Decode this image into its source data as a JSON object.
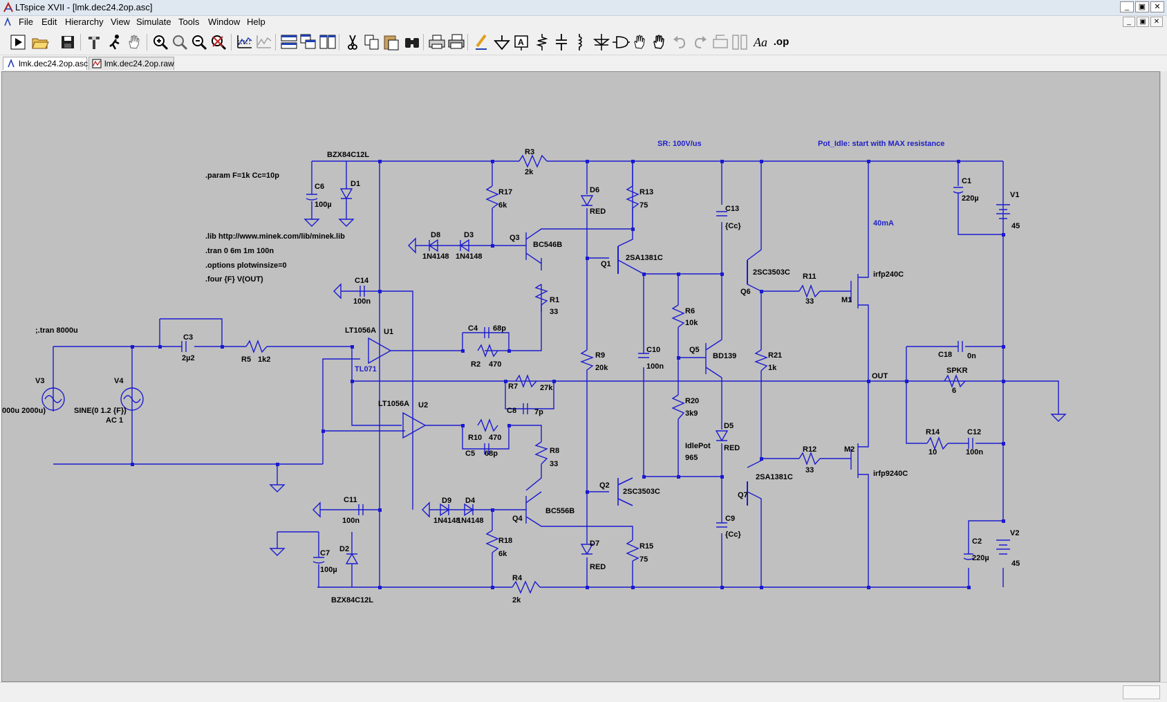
{
  "window": {
    "title": "LTspice XVII - [lmk.dec24.2op.asc]",
    "buttons": [
      "_",
      "▣",
      "✕"
    ]
  },
  "menu": {
    "items": [
      "File",
      "Edit",
      "Hierarchy",
      "View",
      "Simulate",
      "Tools",
      "Window",
      "Help"
    ],
    "mdi_buttons": [
      "_",
      "▣",
      "✕"
    ]
  },
  "toolbar": {
    "icons": [
      "run-icon",
      "open-icon",
      "save-icon",
      "control-panel-icon",
      "halt-icon",
      "pan-icon",
      "zoom-in-icon",
      "zoom-area-icon",
      "zoom-out-icon",
      "zoom-fit-icon",
      "autorange-icon",
      "manual-limits-icon",
      "tile-horizontal-icon",
      "cascade-icon",
      "tile-vertical-icon",
      "cut-icon",
      "copy-icon",
      "paste-icon",
      "find-icon",
      "print-icon",
      "print-setup-icon",
      "draw-wire-icon",
      "ground-icon",
      "label-net-icon",
      "resistor-icon",
      "capacitor-icon",
      "inductor-icon",
      "diode-icon",
      "component-icon",
      "move-icon",
      "drag-icon",
      "undo-icon",
      "redo-icon",
      "rotate-icon",
      "mirror-icon",
      "text-icon",
      "spice-directive-icon"
    ],
    "text_button": "Aa",
    "op_button": ".op"
  },
  "tabs": [
    {
      "label": "lmk.dec24.2op.asc",
      "active": true
    },
    {
      "label": "lmk.dec24.2op.raw",
      "active": false
    }
  ],
  "schematic": {
    "directives": {
      "param": ".param F=1k Cc=10p",
      "lib": ".lib http://www.minek.com/lib/minek.lib",
      "tran": ".tran 0 6m 1m 100n",
      "options": ".options plotwinsize=0",
      "four": ".four {F} V(OUT)",
      "tran_comment": ";.tran 8000u"
    },
    "notes": {
      "slew": "SR: 100V/us",
      "pot": "Pot_Idle: start with MAX resistance",
      "bias": "40mA",
      "out": "OUT"
    },
    "labels": {
      "V3": "V3",
      "V3v": "000u 2000u)",
      "V4": "V4",
      "V4v1": "SINE(0 1.2 {F})",
      "V4v2": "AC 1",
      "C3": "C3",
      "C3v": "2µ2",
      "R5": "R5",
      "R5v": "1k2",
      "U1": "U1",
      "U1t": "LT1056A",
      "U1b": "TL071",
      "U2": "U2",
      "U2t": "LT1056A",
      "C14": "C14",
      "C14v": "100n",
      "C11": "C11",
      "C11v": "100n",
      "C6": "C6",
      "C6v": "100µ",
      "D1": "D1",
      "BZX1": "BZX84C12L",
      "C7": "C7",
      "C7v": "100µ",
      "D2": "D2",
      "BZX2": "BZX84C12L",
      "R3": "R3",
      "R3v": "2k",
      "R4": "R4",
      "R4v": "2k",
      "R17": "R17",
      "R17v": "6k",
      "R18": "R18",
      "R18v": "6k",
      "D8": "D8",
      "D8v": "1N4148",
      "D3": "D3",
      "D3v": "1N4148",
      "D9": "D9",
      "D9v": "1N4148",
      "D4": "D4",
      "D4v": "1N4148",
      "Q3": "Q3",
      "Q3v": "BC546B",
      "Q4": "Q4",
      "Q4v": "BC556B",
      "R1": "R1",
      "R1v": "33",
      "R8": "R8",
      "R8v": "33",
      "C4": "C4",
      "C4v": "68p",
      "R2": "R2",
      "R2v": "470",
      "R10": "R10",
      "R10v": "470",
      "C5": "C5",
      "C5v": "68p",
      "R7": "R7",
      "R7v": "27k",
      "C8": "C8",
      "C8v": "7p",
      "D6": "D6",
      "D6v": "RED",
      "D7": "D7",
      "D7v": "RED",
      "R9": "R9",
      "R9v": "20k",
      "R13": "R13",
      "R13v": "75",
      "R15": "R15",
      "R15v": "75",
      "Q1": "Q1",
      "Q1v": "2SA1381C",
      "Q2": "Q2",
      "Q2v": "2SC3503C",
      "C10": "C10",
      "C10v": "100n",
      "R6": "R6",
      "R6v": "10k",
      "R20": "R20",
      "R20v": "3k9",
      "IdlePot": "IdlePot",
      "IdlePotv": "965",
      "Q5": "Q5",
      "Q5v": "BD139",
      "D5": "D5",
      "D5v": "RED",
      "C13": "C13",
      "C13v": "{Cc}",
      "C9": "C9",
      "C9v": "{Cc}",
      "Q6": "Q6",
      "Q6v": "2SC3503C",
      "Q7": "Q7",
      "Q7v": "2SA1381C",
      "R21": "R21",
      "R21v": "1k",
      "R11": "R11",
      "R11v": "33",
      "R12": "R12",
      "R12v": "33",
      "M1": "M1",
      "M1v": "irfp240C",
      "M2": "M2",
      "M2v": "irfp9240C",
      "C1": "C1",
      "C1v": "220µ",
      "C2": "C2",
      "C2v": "220µ",
      "V1": "V1",
      "V1v": "45",
      "V2": "V2",
      "V2v": "45",
      "C18": "C18",
      "C18v": "0n",
      "SPKR": "SPKR",
      "SPKRv": "6",
      "R14": "R14",
      "R14v": "10",
      "C12": "C12",
      "C12v": "100n"
    }
  }
}
